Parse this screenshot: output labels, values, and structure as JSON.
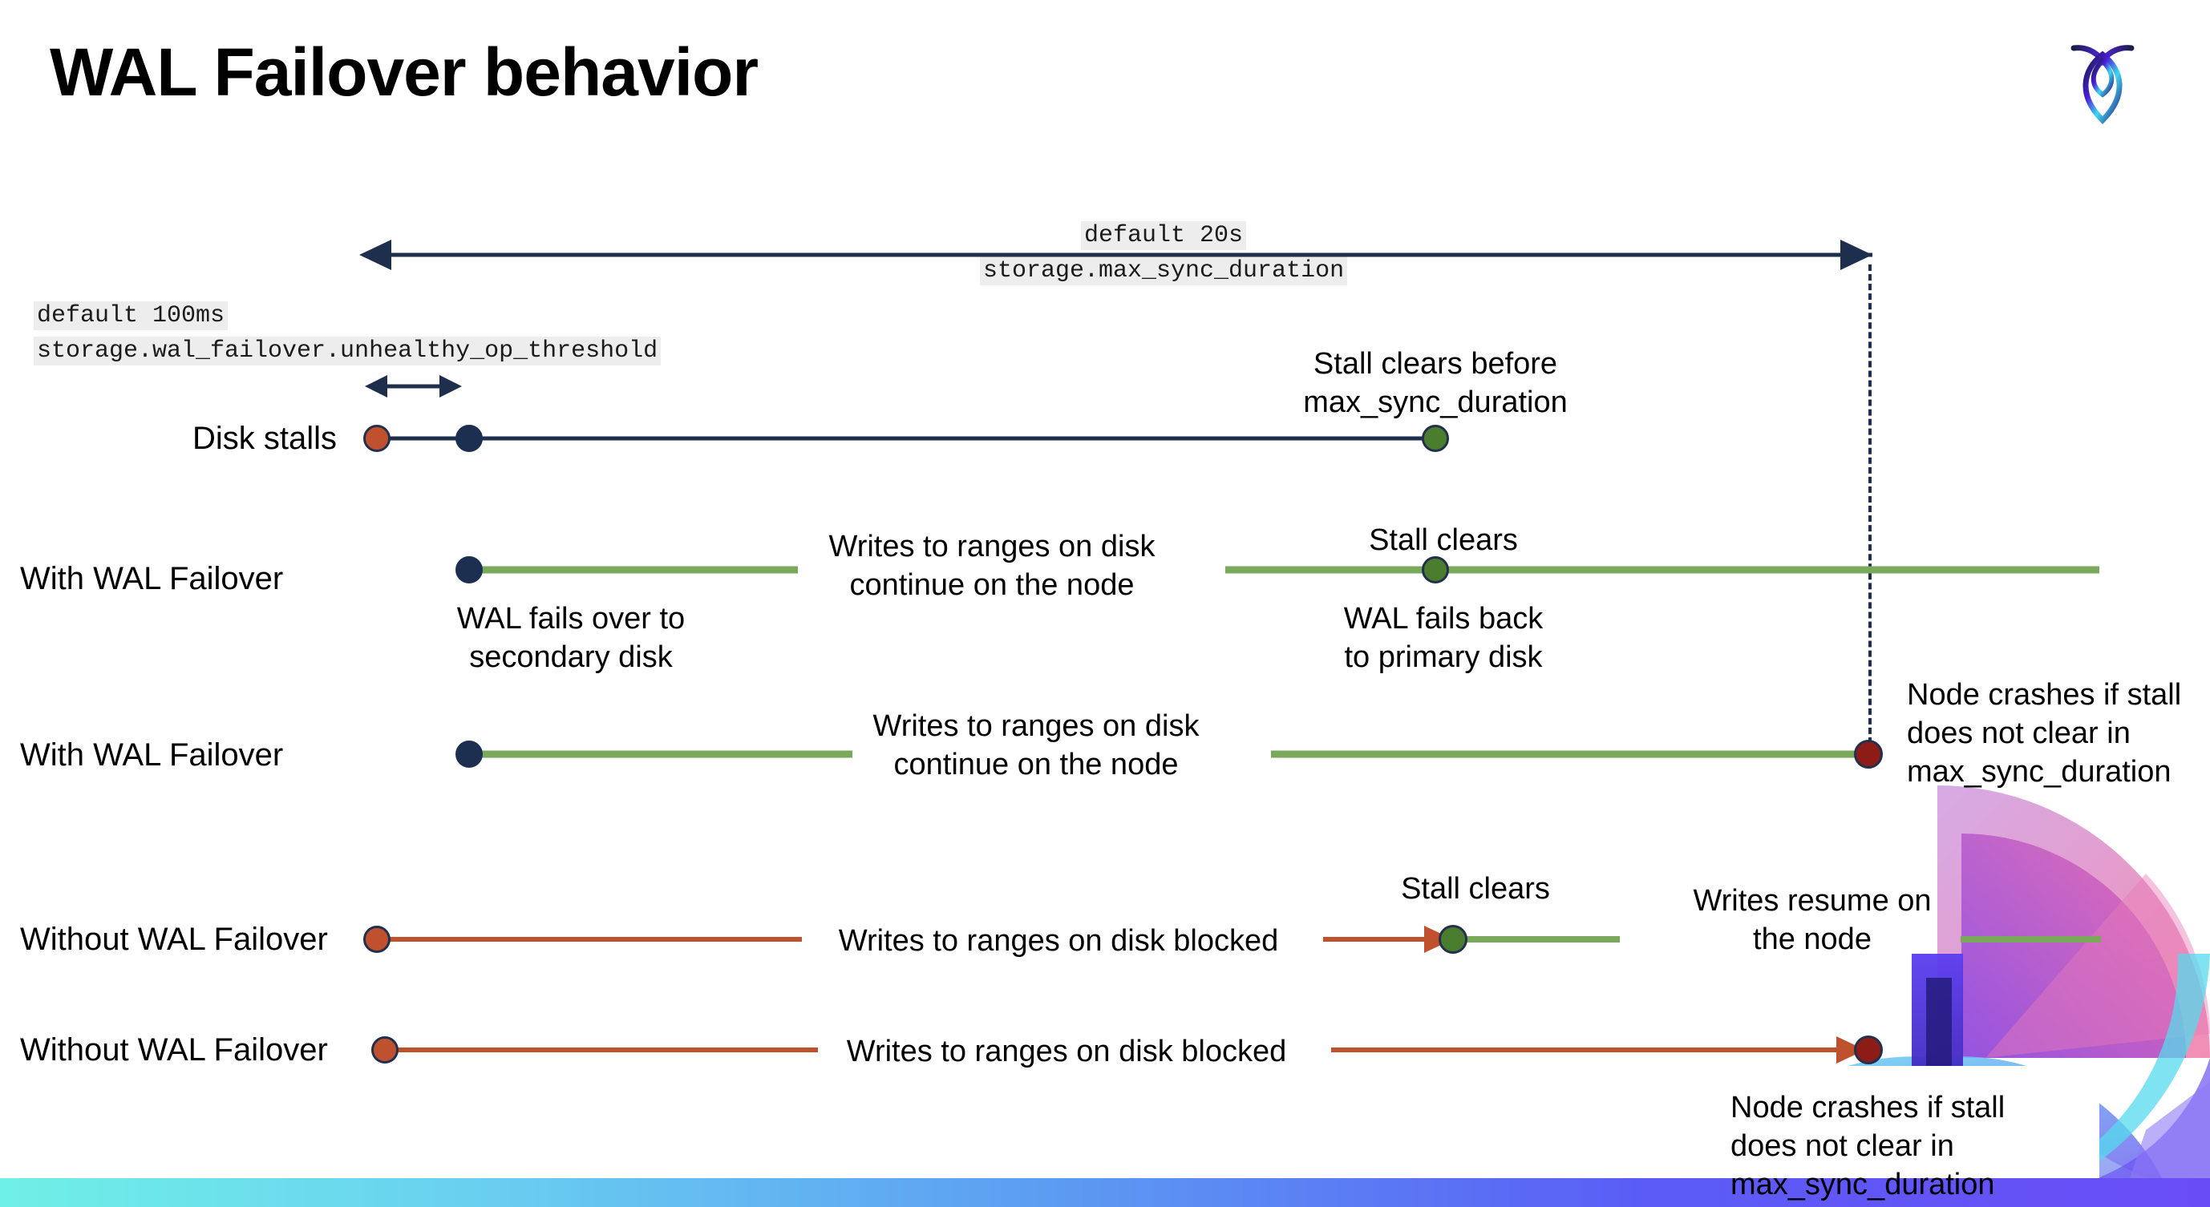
{
  "slide": {
    "title": "WAL Failover behavior",
    "logo_name": "cockroachdb-logo",
    "background": "#ffffff",
    "accent_gradient": [
      "#6FF0E6",
      "#5A5DF5",
      "#6A4CF7"
    ]
  },
  "colors": {
    "navy": "#1e2f4d",
    "green_line": "#7aa95c",
    "green_dot": "#4a7d2d",
    "orange": "#c0512e",
    "dark_red": "#8e1c16",
    "code_bg": "#ededed"
  },
  "annotations": {
    "max_sync": {
      "line1": "default 20s",
      "line2": "storage.max_sync_duration"
    },
    "unhealthy_op": {
      "line1": "default 100ms",
      "line2": "storage.wal_failover.unhealthy_op_threshold"
    }
  },
  "rows": [
    {
      "id": "disk-stalls",
      "label": "Disk stalls",
      "callouts": [
        "Stall clears before\nmax_sync_duration"
      ]
    },
    {
      "id": "with-wal-failover-recovers",
      "label": "With WAL Failover",
      "callouts": [
        "Writes to ranges on disk\ncontinue on the node",
        "Stall clears",
        "WAL fails over to\nsecondary disk",
        "WAL fails  back\nto primary disk"
      ]
    },
    {
      "id": "with-wal-failover-crash",
      "label": "With WAL Failover",
      "callouts": [
        "Writes to ranges on disk\ncontinue on the node",
        "Node crashes if stall\ndoes not clear in\nmax_sync_duration"
      ]
    },
    {
      "id": "without-wal-failover-recovers",
      "label": "Without WAL Failover",
      "callouts": [
        "Writes to ranges on disk  blocked",
        "Stall clears",
        "Writes resume on\nthe node"
      ]
    },
    {
      "id": "without-wal-failover-crash",
      "label": "Without WAL Failover",
      "callouts": [
        "Writes to ranges on disk  blocked",
        "Node crashes if stall\ndoes not clear in\nmax_sync_duration"
      ]
    }
  ]
}
